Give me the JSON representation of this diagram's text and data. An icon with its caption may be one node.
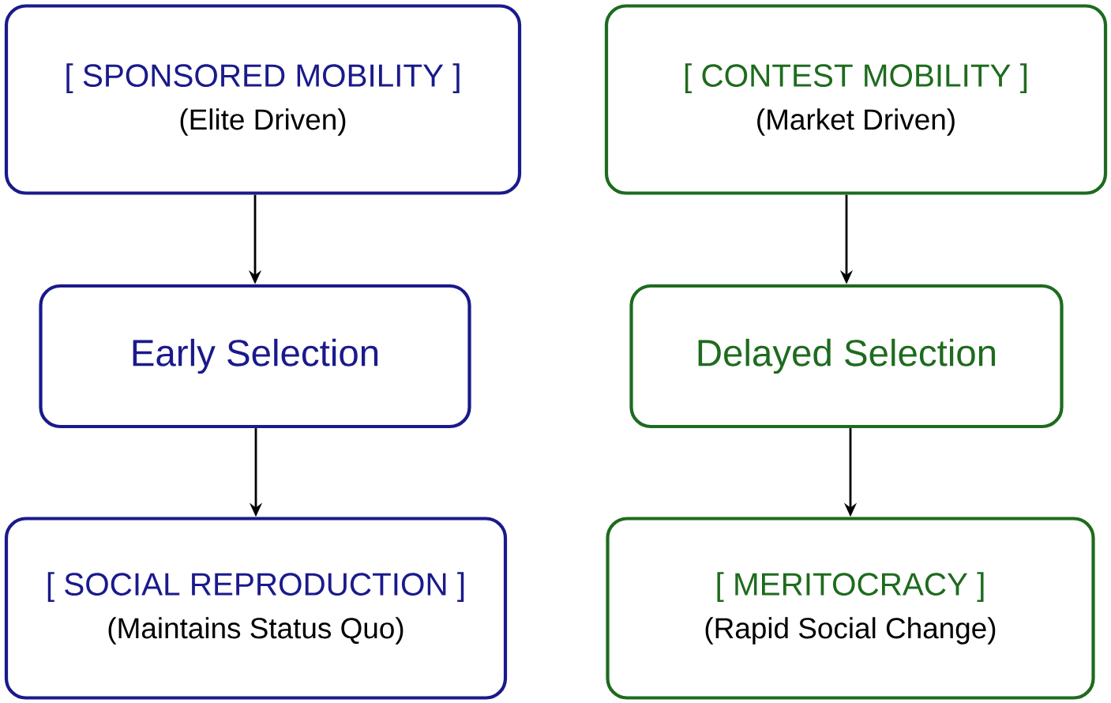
{
  "diagram": {
    "nodes": [
      {
        "text": [
          "[ SPONSORED MOBILITY ]",
          "(Elite Driven)"
        ]
      },
      {
        "text": [
          "Early Selection"
        ]
      },
      {
        "text": [
          "[ SOCIAL REPRODUCTION ]",
          "(Maintains Status Quo)"
        ]
      },
      {
        "text": [
          "[ CONTEST MOBILITY ]",
          "(Market Driven)"
        ]
      },
      {
        "text": [
          "Delayed Selection"
        ]
      },
      {
        "text": [
          "[ MERITOCRACY ]",
          "(Rapid Social Change)"
        ]
      }
    ],
    "edges": [
      {
        "from": 0,
        "to": 1,
        "arrow": "to"
      },
      {
        "from": 1,
        "to": 2,
        "arrow": "to"
      },
      {
        "from": 3,
        "to": 4,
        "arrow": "to"
      },
      {
        "from": 4,
        "to": 5,
        "arrow": "to"
      }
    ]
  }
}
